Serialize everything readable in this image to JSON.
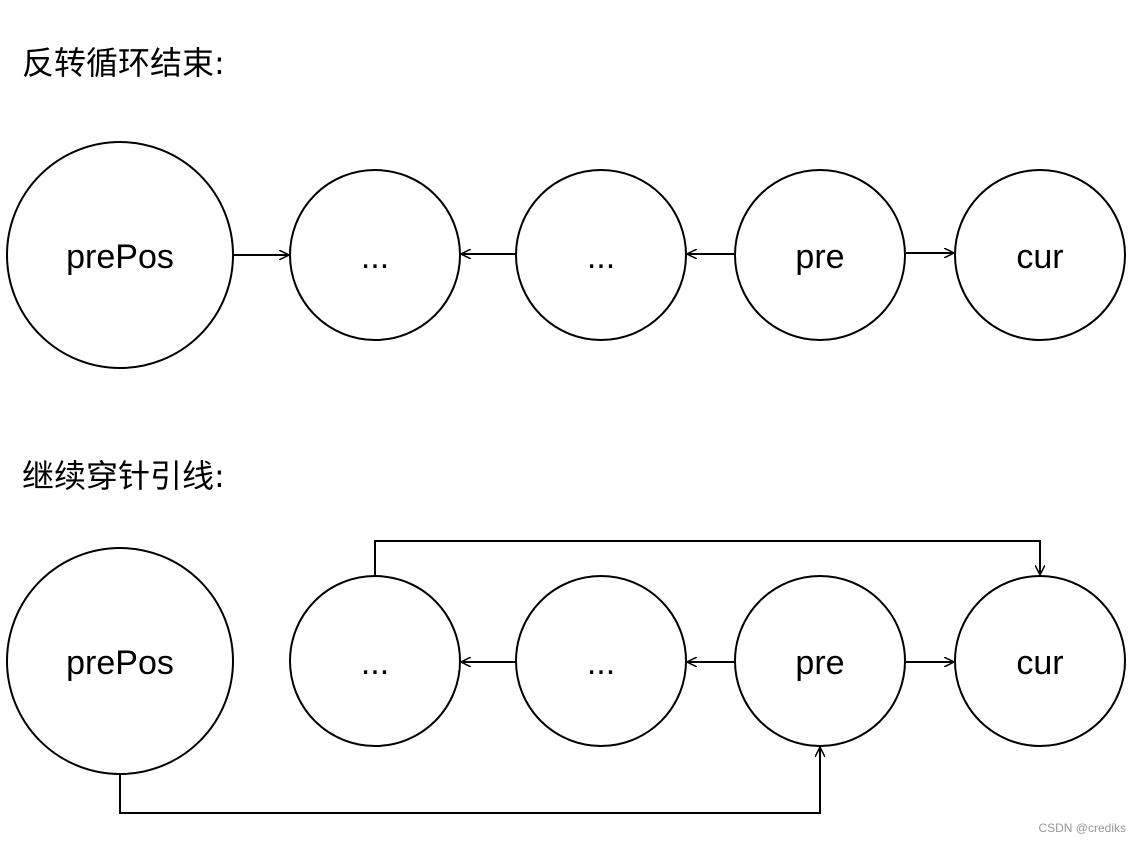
{
  "section1": {
    "title": "反转循环结束:",
    "nodes": [
      "prePos",
      "...",
      "...",
      "pre",
      "cur"
    ]
  },
  "section2": {
    "title": "继续穿针引线:",
    "nodes": [
      "prePos",
      "...",
      "...",
      "pre",
      "cur"
    ]
  },
  "watermark": "CSDN @crediks"
}
